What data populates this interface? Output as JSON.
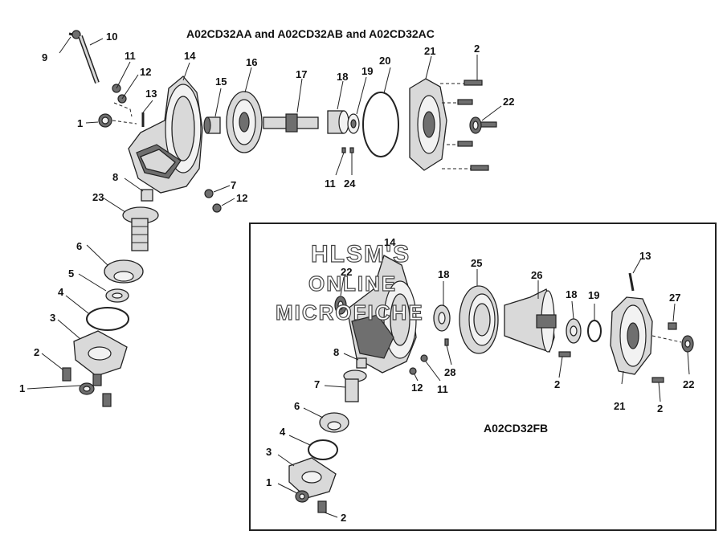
{
  "title_top": "A02CD32AA and A02CD32AB and A02CD32AC",
  "title_inset": "A02CD32FB",
  "watermark": [
    "HLSM'S",
    "ONLINE",
    "MICROFICHE"
  ],
  "colors": {
    "line": "#222222",
    "part_fill": "#d9d9d9",
    "dark_fill": "#6f6f6f",
    "background": "#ffffff"
  },
  "callouts_top": [
    "9",
    "10",
    "11",
    "12",
    "13",
    "14",
    "15",
    "16",
    "17",
    "18",
    "19",
    "20",
    "21",
    "2",
    "22",
    "1",
    "8",
    "7",
    "12",
    "11",
    "24",
    "23",
    "6",
    "5",
    "4",
    "3",
    "2",
    "1"
  ],
  "callouts_inset": [
    "14",
    "22",
    "25",
    "18",
    "26",
    "18",
    "19",
    "13",
    "27",
    "8",
    "7",
    "6",
    "4",
    "3",
    "1",
    "2",
    "12",
    "11",
    "28",
    "2",
    "21",
    "2",
    "22"
  ]
}
